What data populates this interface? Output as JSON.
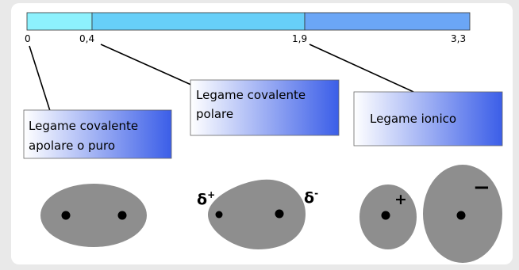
{
  "scale": {
    "segments": [
      {
        "name": "apolar",
        "color": "#8df1fd"
      },
      {
        "name": "polar",
        "color": "#67cff8"
      },
      {
        "name": "ionic",
        "color": "#6ba6f6"
      }
    ],
    "ticks": [
      "0",
      "0,4",
      "1,9",
      "3,3"
    ]
  },
  "boxes": {
    "apolar": {
      "line1": "Legame covalente",
      "line2": "apolare o puro"
    },
    "polar": {
      "line1": "Legame covalente",
      "line2": "polare"
    },
    "ionic": {
      "line1": "Legame ionico"
    }
  },
  "gradient": {
    "from": "#ffffff",
    "to": "#3b5ee8"
  },
  "shapes": {
    "fill": "#8e8e8e",
    "partial_positive": "δ+",
    "partial_negative": "δ-",
    "plus": "+",
    "minus": "−"
  }
}
